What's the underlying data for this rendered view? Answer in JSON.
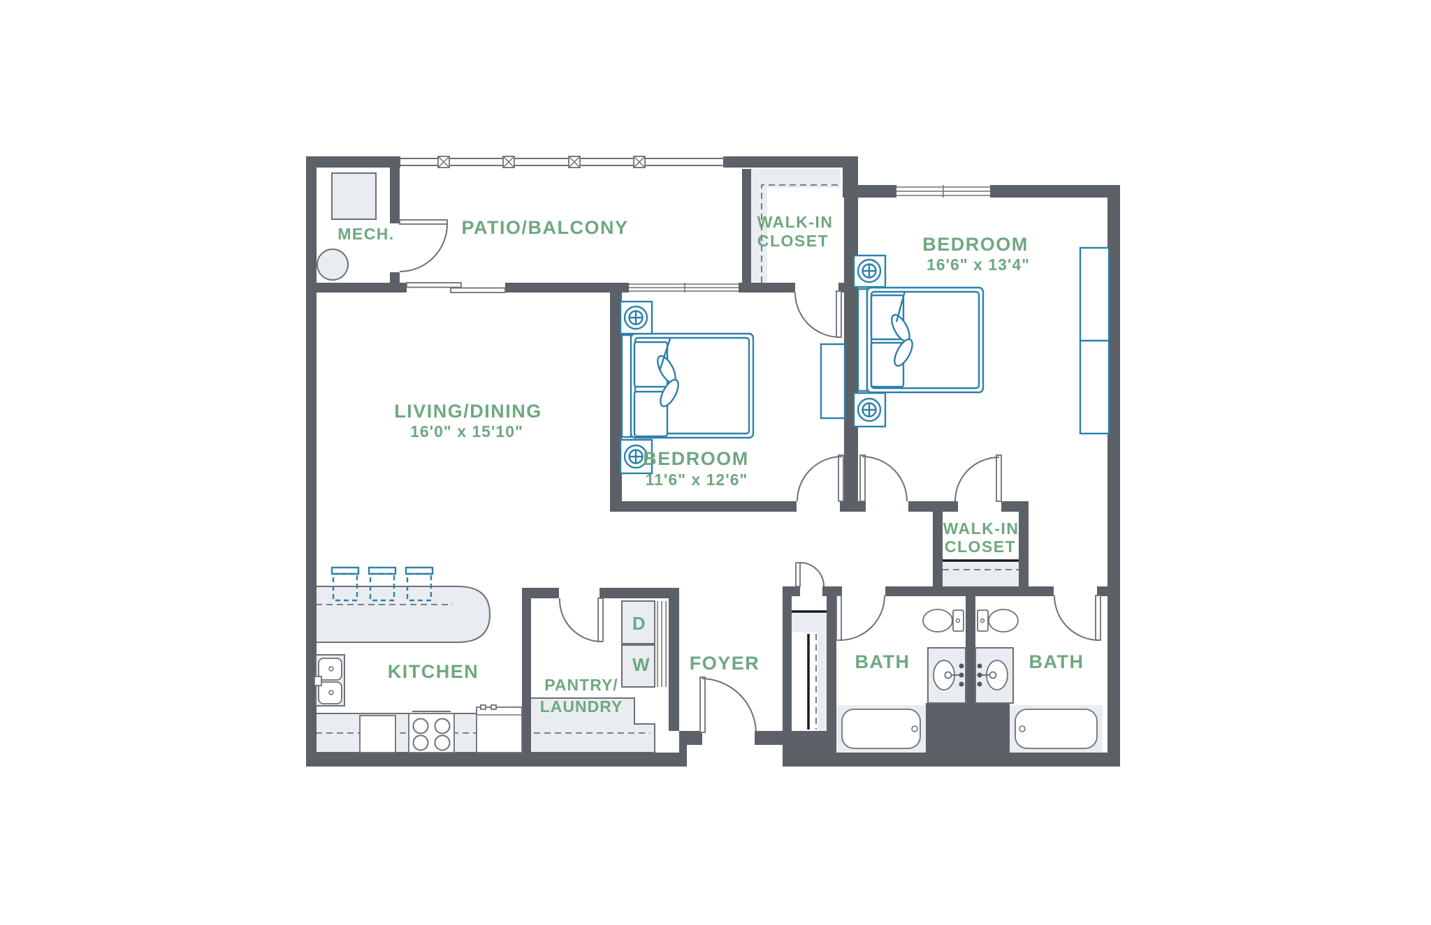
{
  "colors": {
    "background": "#ffffff",
    "wall": "#5b6167",
    "line": "#6b7177",
    "furniture_blue": "#2c80aa",
    "label_green": "#6ea87f",
    "fill_light": "#e9edf1",
    "shelf_black": "#1a1a1a"
  },
  "rooms": {
    "mech": {
      "label": "MECH."
    },
    "patio": {
      "label": "PATIO/BALCONY"
    },
    "closet_top": {
      "line1": "WALK-IN",
      "line2": "CLOSET"
    },
    "bedroom_right": {
      "label": "BEDROOM",
      "dims": "16'6\" x 13'4\""
    },
    "bedroom_middle": {
      "label": "BEDROOM",
      "dims": "11'6\" x 12'6\""
    },
    "living": {
      "label": "LIVING/DINING",
      "dims": "16'0\" x 15'10\""
    },
    "closet_mid": {
      "line1": "WALK-IN",
      "line2": "CLOSET"
    },
    "kitchen": {
      "label": "KITCHEN"
    },
    "pantry": {
      "line1": "PANTRY/",
      "line2": "LAUNDRY"
    },
    "foyer": {
      "label": "FOYER"
    },
    "bath_left": {
      "label": "BATH"
    },
    "bath_right": {
      "label": "BATH"
    }
  },
  "appliances": {
    "dryer": "D",
    "washer": "W"
  }
}
